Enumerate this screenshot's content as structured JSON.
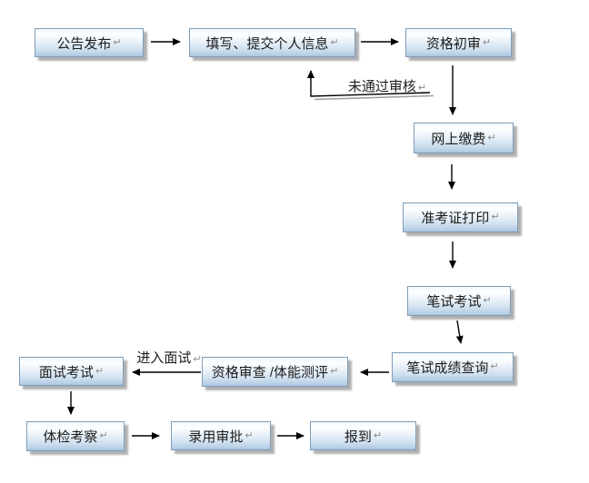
{
  "flowchart": {
    "nodes": [
      {
        "id": "announcement",
        "label": "公告发布"
      },
      {
        "id": "fill-submit-info",
        "label": "填写、提交个人信息"
      },
      {
        "id": "qualification-initial-review",
        "label": "资格初审"
      },
      {
        "id": "online-payment",
        "label": "网上缴费"
      },
      {
        "id": "admission-ticket-print",
        "label": "准考证打印"
      },
      {
        "id": "written-exam",
        "label": "笔试考试"
      },
      {
        "id": "written-score-query",
        "label": "笔试成绩查询"
      },
      {
        "id": "qualification-review-physical-test",
        "label": "资格审查 /体能测评"
      },
      {
        "id": "interview-exam",
        "label": "面试考试"
      },
      {
        "id": "physical-check-inspection",
        "label": "体检考察"
      },
      {
        "id": "employment-approval",
        "label": "录用审批"
      },
      {
        "id": "report-for-duty",
        "label": "报到"
      }
    ],
    "edge_labels": [
      {
        "id": "fail-review",
        "label": "未通过审核"
      },
      {
        "id": "enter-interview",
        "label": "进入面试"
      }
    ],
    "marks": {
      "return_mark": "↵"
    },
    "colors": {
      "background": "#ffffff",
      "node_border": "#7f9db9",
      "node_fill_top": "#fdfeff",
      "node_fill_bottom": "#b3cce4",
      "node_shadow": "#b0b0b0",
      "arrow": "#000000",
      "text": "#1c1c1c",
      "return_mark": "#8c8c8c"
    }
  }
}
